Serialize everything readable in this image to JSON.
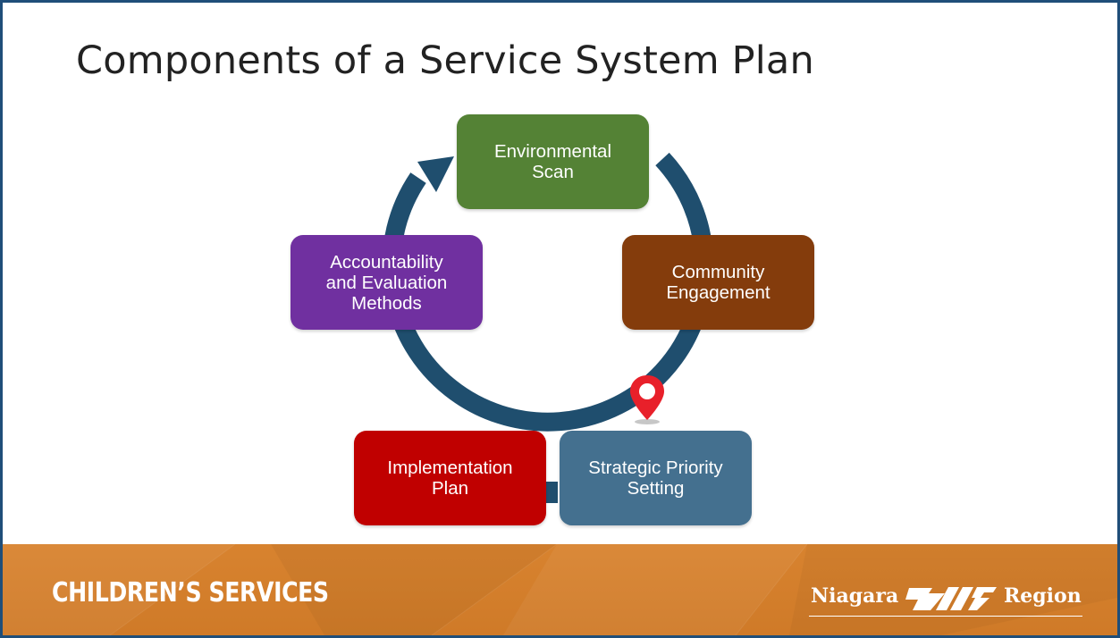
{
  "title": "Components of a Service System Plan",
  "cycle": {
    "steps": [
      {
        "id": "environmental-scan",
        "label": "Environmental\nScan",
        "color": "#548235"
      },
      {
        "id": "community-engagement",
        "label": "Community\nEngagement",
        "color": "#843c0c"
      },
      {
        "id": "strategic-priority-setting",
        "label": "Strategic Priority\nSetting",
        "color": "#44708f"
      },
      {
        "id": "implementation-plan",
        "label": "Implementation\nPlan",
        "color": "#c00000"
      },
      {
        "id": "accountability-evaluation",
        "label": "Accountability\nand Evaluation\nMethods",
        "color": "#7030a0"
      }
    ],
    "ring_color": "#1f4e6e",
    "current_marker": {
      "icon": "location-pin-icon",
      "step": "strategic-priority-setting",
      "color": "#e8202a"
    }
  },
  "footer": {
    "department": "CHILDREN’S SERVICES",
    "color": "#d17d2c",
    "logo": {
      "left": "Niagara",
      "right": "Region",
      "icon": "niagara-region-logo-mark"
    }
  }
}
